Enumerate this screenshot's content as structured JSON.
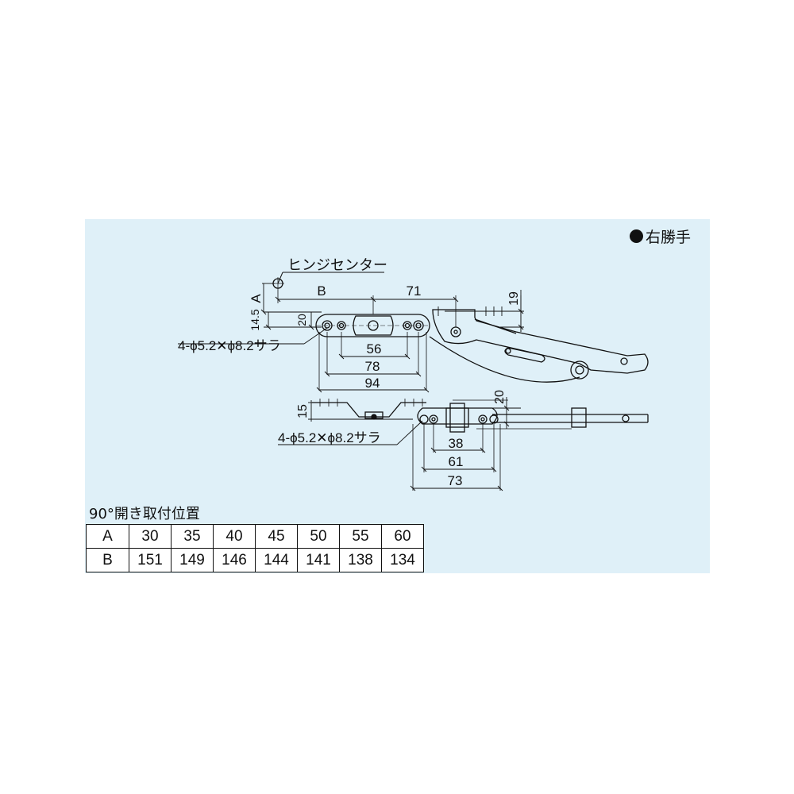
{
  "legend": {
    "label": "右勝手"
  },
  "top_view": {
    "hinge_center_label": "ヒンジセンター",
    "dim_A": "A",
    "dim_B": "B",
    "dim_71": "71",
    "dim_19": "19",
    "dim_14_5": "14.5",
    "dim_20": "20",
    "dim_56": "56",
    "dim_78": "78",
    "dim_94": "94",
    "screw_note": "4-ϕ5.2✕ϕ8.2サラ"
  },
  "side_view": {
    "dim_15": "15",
    "dim_20": "20",
    "dim_38": "38",
    "dim_61": "61",
    "dim_73": "73",
    "screw_note": "4-ϕ5.2✕ϕ8.2サラ"
  },
  "table": {
    "title": "90°開き取付位置",
    "rows": [
      {
        "label": "A",
        "values": [
          "30",
          "35",
          "40",
          "45",
          "50",
          "55",
          "60"
        ]
      },
      {
        "label": "B",
        "values": [
          "151",
          "149",
          "146",
          "144",
          "141",
          "138",
          "134"
        ]
      }
    ]
  }
}
